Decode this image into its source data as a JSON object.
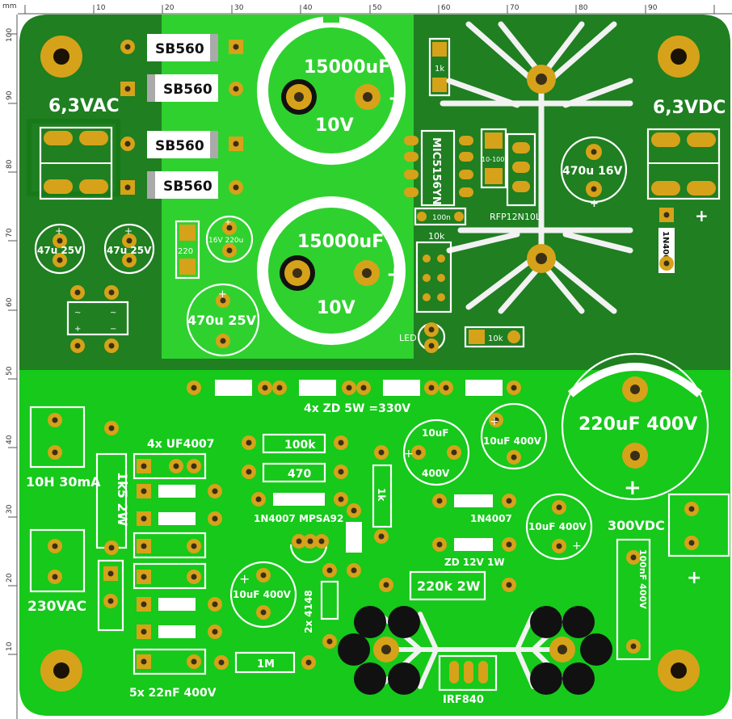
{
  "ruler": {
    "unit": "mm",
    "x_ticks": [
      "10",
      "20",
      "30",
      "40",
      "50",
      "60",
      "70",
      "80",
      "90"
    ],
    "y_ticks": [
      "100",
      "90",
      "80",
      "70",
      "60",
      "50",
      "40",
      "30",
      "20",
      "10"
    ]
  },
  "colors": {
    "board_top": "#1f8a22",
    "board_bottom": "#17c41b",
    "copper_pour_light": "#35d135",
    "pad": "#d6a21a",
    "silkscreen": "#ffffff",
    "heatsink_pad": "#111111"
  },
  "labels": {
    "in_6v3ac": "6,3VAC",
    "out_6v3dc": "6,3VDC",
    "diode1": "SB560",
    "diode2": "SB560",
    "diode3": "SB560",
    "diode4": "SB560",
    "cap_big1_value": "15000uF",
    "cap_big1_volt": "10V",
    "cap_big2_value": "15000uF",
    "cap_big2_volt": "10V",
    "r_1k_top": "1k",
    "ic_reg": "MIC5156YN",
    "r_10_100": "10-100",
    "mosfet_rfp": "RFP12N10L",
    "cap_470u16": "470u 16V",
    "c_100n": "100n",
    "r_10k_a": "10k",
    "d_1n4007_r": "1N4007",
    "cap_47u_a": "47u 25V",
    "cap_47u_b": "47u 25V",
    "r_220": "220",
    "cap_220u16": "16V 220u",
    "cap_470u25": "470u 25V",
    "led": "LED",
    "r_10k_b": "10k",
    "zd_chain": "4x ZD 5W =330V",
    "cap_220u400": "220uF 400V",
    "in_10h": "10H 30mA",
    "r_1k5": "1k5 2W",
    "uf4007": "4x UF4007",
    "r_100k": "100k",
    "r_470": "470",
    "cap_10u_a_v": "10uF",
    "cap_10u_a_volt": "400V",
    "cap_10u_b": "10uF 400V",
    "r_1k_mid": "1k",
    "d_1n4007_a": "1N4007",
    "mpsa92": "MPSA92",
    "d_1n4007_b": "1N4007",
    "cap_10u_c": "10uF 400V",
    "out_300vdc": "300VDC",
    "zd_12v": "ZD 12V 1W",
    "in_230vac": "230VAC",
    "cap_10u_d": "10uF 400V",
    "d_4148": "2x 4148",
    "r_220k": "220k 2W",
    "c_100n400": "100nF 400V",
    "r_1m": "1M",
    "c_22nf": "5x 22nF 400V",
    "irf840": "IRF840",
    "plus": "+",
    "minus": "−",
    "tilde": "~"
  }
}
